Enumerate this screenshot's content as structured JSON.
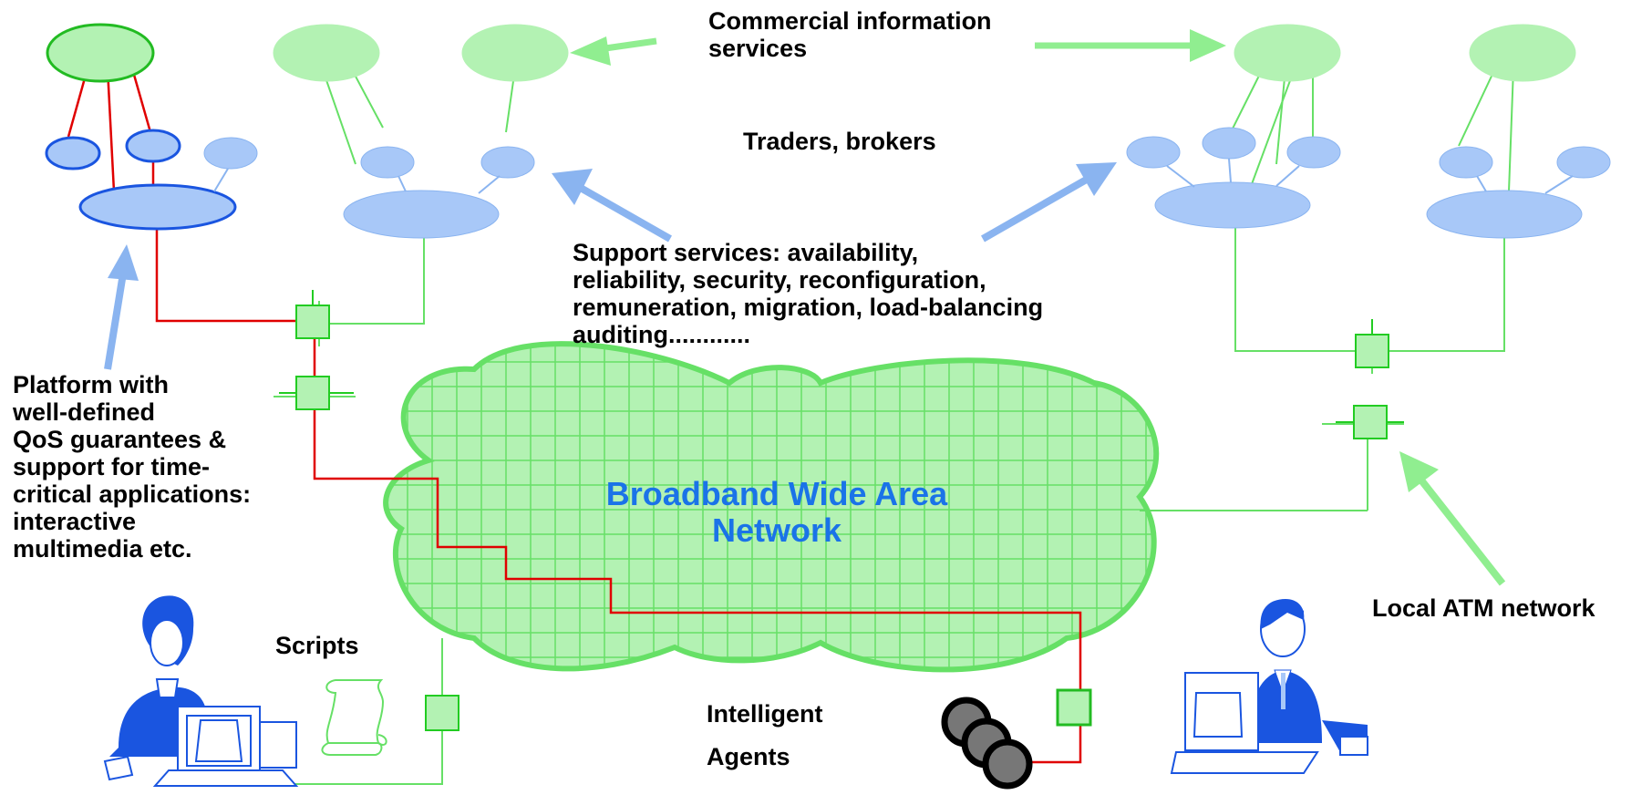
{
  "labels": {
    "commercial": "Commercial information\nservices",
    "traders": "Traders, brokers",
    "support": "Support services: availability,\nreliability, security, reconfiguration,\nremuneration, migration, load-balancing\nauditing............",
    "platform": "Platform with\nwell-defined\nQoS guarantees &\nsupport for time-\ncritical applications:\ninteractive\nmultimedia etc.",
    "network": "Broadband Wide Area\nNetwork",
    "local_atm": "Local ATM network",
    "scripts": "Scripts",
    "intelligent": "Intelligent",
    "agents": "Agents"
  },
  "colors": {
    "green_fill": "#b3f2b3",
    "green_line": "#66e066",
    "blue_fill": "#a8c8f8",
    "blue_line": "#3b7be0",
    "red_line": "#e00000",
    "arrow_blue": "#8ab4f0",
    "arrow_green": "#90ee90",
    "person_blue": "#1a55e0",
    "network_text": "#1a73e8"
  },
  "icons": [
    "cloud-network-shape",
    "person-at-computer-icon",
    "scroll-script-icon",
    "agent-disc-icon",
    "switch-box-icon"
  ]
}
